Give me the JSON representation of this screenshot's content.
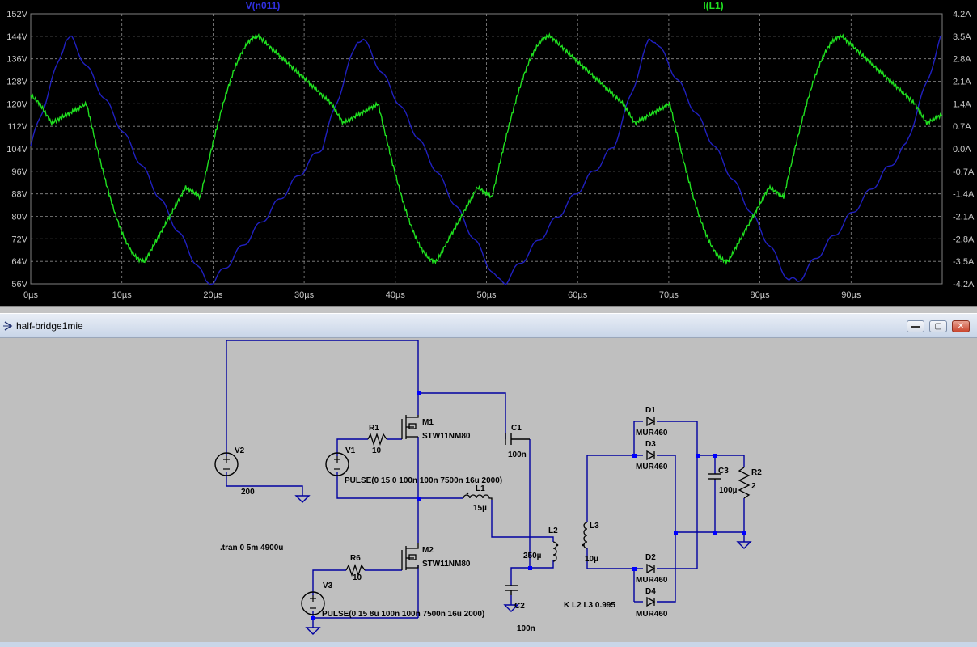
{
  "chart_data": {
    "type": "line",
    "series": [
      {
        "name": "V(n011)",
        "color": "#2020c0",
        "axis": "left"
      },
      {
        "name": "I(L1)",
        "color": "#20e020",
        "axis": "right"
      }
    ],
    "left_axis": {
      "range": [
        56,
        152
      ],
      "ticks": [
        "152V",
        "144V",
        "136V",
        "128V",
        "120V",
        "112V",
        "104V",
        "96V",
        "88V",
        "80V",
        "72V",
        "64V",
        "56V"
      ]
    },
    "right_axis": {
      "range": [
        -4.2,
        4.2
      ],
      "ticks": [
        "4.2A",
        "3.5A",
        "2.8A",
        "2.1A",
        "1.4A",
        "0.7A",
        "0.0A",
        "-0.7A",
        "-1.4A",
        "-2.1A",
        "-2.8A",
        "-3.5A",
        "-4.2A"
      ]
    },
    "x_axis": {
      "range": [
        0,
        100
      ],
      "unit": "µs",
      "ticks": [
        "0µs",
        "10µs",
        "20µs",
        "30µs",
        "40µs",
        "50µs",
        "60µs",
        "70µs",
        "80µs",
        "90µs"
      ]
    },
    "period_us": 32,
    "grid": true
  },
  "window": {
    "title": "half-bridge1mie",
    "controls": {
      "minimize": "▬",
      "maximize": "▢",
      "close": "✕"
    }
  },
  "schematic": {
    "V2": {
      "name": "V2",
      "value": "200"
    },
    "V1": {
      "name": "V1",
      "value": "PULSE(0 15 0 100n 100n 7500n 16u 2000)"
    },
    "V3": {
      "name": "V3",
      "value": "PULSE(0 15 8u 100n 100n 7500n 16u 2000)"
    },
    "R1": {
      "name": "R1",
      "value": "10"
    },
    "R6": {
      "name": "R6",
      "value": "10"
    },
    "R2": {
      "name": "R2",
      "value": "2"
    },
    "M1": {
      "name": "M1",
      "value": "STW11NM80"
    },
    "M2": {
      "name": "M2",
      "value": "STW11NM80"
    },
    "C1": {
      "name": "C1",
      "value": "100n"
    },
    "C2": {
      "name": "C2",
      "value": "100n"
    },
    "C3": {
      "name": "C3",
      "value": "100µ"
    },
    "L1": {
      "name": "L1",
      "value": "15µ"
    },
    "L2": {
      "name": "L2",
      "value": "250µ"
    },
    "L3": {
      "name": "L3",
      "value": "10µ"
    },
    "D1": {
      "name": "D1",
      "value": "MUR460"
    },
    "D2": {
      "name": "D2",
      "value": "MUR460"
    },
    "D3": {
      "name": "D3",
      "value": "MUR460"
    },
    "D4": {
      "name": "D4",
      "value": "MUR460"
    },
    "tran": ".tran 0 5m 4900u",
    "coupling": "K L2 L3 0.995"
  }
}
